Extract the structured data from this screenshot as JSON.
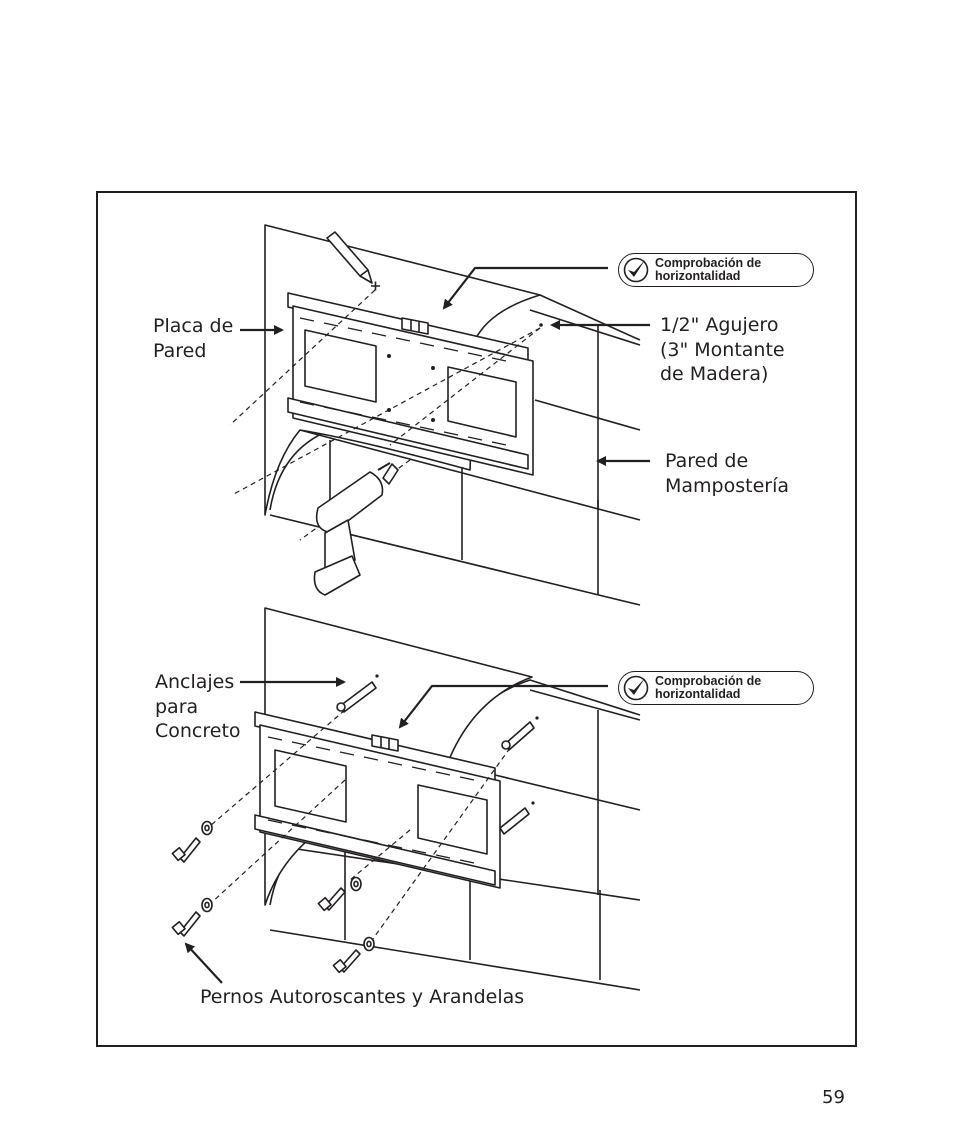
{
  "labels": {
    "wall_plate": "Placa de\nPared",
    "hole": "1/2\" Agujero\n(3\" Montante\nde Madera)",
    "masonry_wall": "Pared de\nMampostería",
    "concrete_anchors": "Anclajes\npara\nConcreto",
    "lag_bolts": "Pernos Autoroscantes y Arandelas"
  },
  "badges": {
    "level_check_1": "Comprobación de\nhorizontalidad",
    "level_check_2": "Comprobación de\nhorizontalidad"
  },
  "page_number": "59",
  "icons": [
    "check-icon",
    "pencil-icon",
    "drill-icon",
    "level-icon",
    "anchor-icon",
    "bolt-icon",
    "washer-icon",
    "arrow-icon"
  ]
}
